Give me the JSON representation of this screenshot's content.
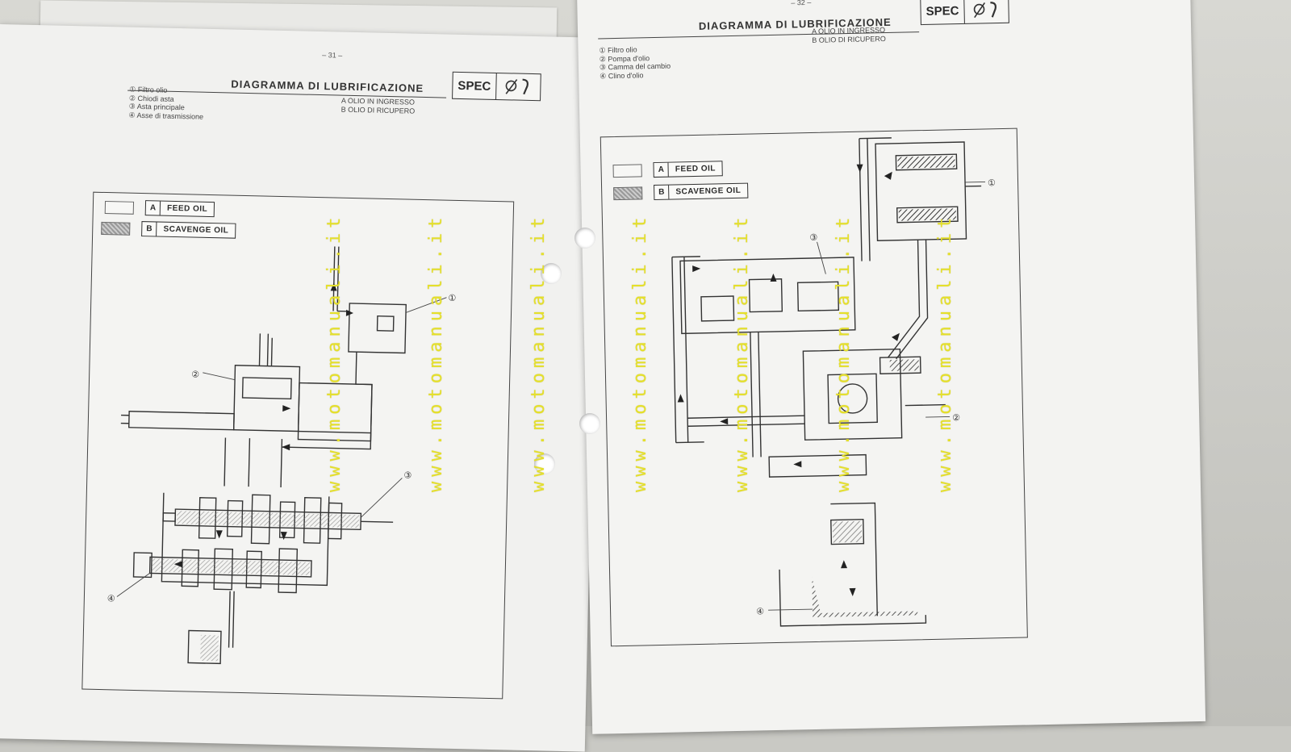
{
  "left_page": {
    "page_number": "– 31 –",
    "title": "DIAGRAMMA DI LUBRIFICAZIONE",
    "spec_label": "SPEC",
    "legend": [
      "① Filtro olio",
      "② Chiodi asta",
      "③ Asta principale",
      "④ Asse di trasmissione"
    ],
    "oil_types": [
      "A OLIO IN INGRESSO",
      "B OLIO DI RICUPERO"
    ],
    "key": [
      {
        "letter": "A",
        "label": "FEED OIL"
      },
      {
        "letter": "B",
        "label": "SCAVENGE OIL"
      }
    ],
    "callouts": [
      "①",
      "②",
      "③",
      "④"
    ]
  },
  "right_page": {
    "page_number": "– 32 –",
    "title": "DIAGRAMMA DI LUBRIFICAZIONE",
    "spec_label": "SPEC",
    "legend": [
      "① Filtro olio",
      "② Pompa d'olio",
      "③ Camma del cambio",
      "④ Clino d'olio"
    ],
    "oil_types": [
      "A OLIO IN INGRESSO",
      "B OLIO DI RICUPERO"
    ],
    "key": [
      {
        "letter": "A",
        "label": "FEED OIL"
      },
      {
        "letter": "B",
        "label": "SCAVENGE OIL"
      }
    ],
    "callouts": [
      "①",
      "②",
      "③",
      "④"
    ]
  },
  "watermark": "www.motomanuali.it",
  "colors": {
    "watermark": "#e5e02a",
    "paper": "#f1f1ef",
    "ink": "#333333"
  }
}
